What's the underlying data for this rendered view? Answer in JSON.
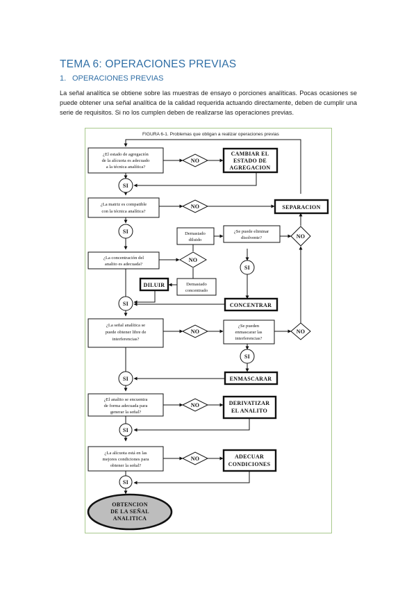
{
  "document": {
    "title": "TEMA 6: OPERACIONES PREVIAS",
    "section": {
      "number": "1.",
      "title": "OPERACIONES PREVIAS"
    },
    "paragraph": "La señal analítica se obtiene sobre las muestras de ensayo o porciones analíticas. Pocas ocasiones se puede obtener una señal analítica de la calidad requerida actuando directamente, deben de cumplir una serie de requisitos. Si no los cumplen deben de realizarse las operaciones previas."
  },
  "figure": {
    "caption": "FIGURA 6-1. Problemas que obligan a realizar operaciones previas",
    "questions": {
      "q1": [
        "¿El estado de agregación",
        "de la alícuota es adecuado",
        "a la técnica analítica?"
      ],
      "q2": [
        "¿La matriz es compatible",
        "con la técnica analítica?"
      ],
      "q3": [
        "¿La concentración del",
        "analito es adecuada?"
      ],
      "q4": [
        "¿La señal analítica se",
        "puede obtener libre de",
        "interferencias?"
      ],
      "q5": [
        "¿El analito se encuentra",
        "de forma adecuada para",
        "generar la señal?"
      ],
      "q6": [
        "¿La alícuota está en las",
        "mejores condiciones para",
        "obtener la señal?"
      ],
      "q7": [
        "¿Se puede eliminar",
        "disolvente?"
      ],
      "q8": [
        "¿Se pueden",
        "enmascarar las",
        "interferencias?"
      ]
    },
    "states": {
      "diluted": [
        "Demasiado",
        "diluido"
      ],
      "concentrated": [
        "Demasiado",
        "concentrado"
      ]
    },
    "actions": {
      "change_state": [
        "CAMBIAR EL",
        "ESTADO DE",
        "AGREGACION"
      ],
      "separation": "SEPARACION",
      "dilute": "DILUIR",
      "concentrate": "CONCENTRAR",
      "mask": "ENMASCARAR",
      "derivatize": [
        "DERIVATIZAR",
        "EL ANALITO"
      ],
      "adjust": [
        "ADECUAR",
        "CONDICIONES"
      ],
      "result": [
        "OBTENCION",
        "DE LA SEÑAL",
        "ANALITICA"
      ]
    },
    "labels": {
      "yes": "SI",
      "no": "NO"
    }
  }
}
